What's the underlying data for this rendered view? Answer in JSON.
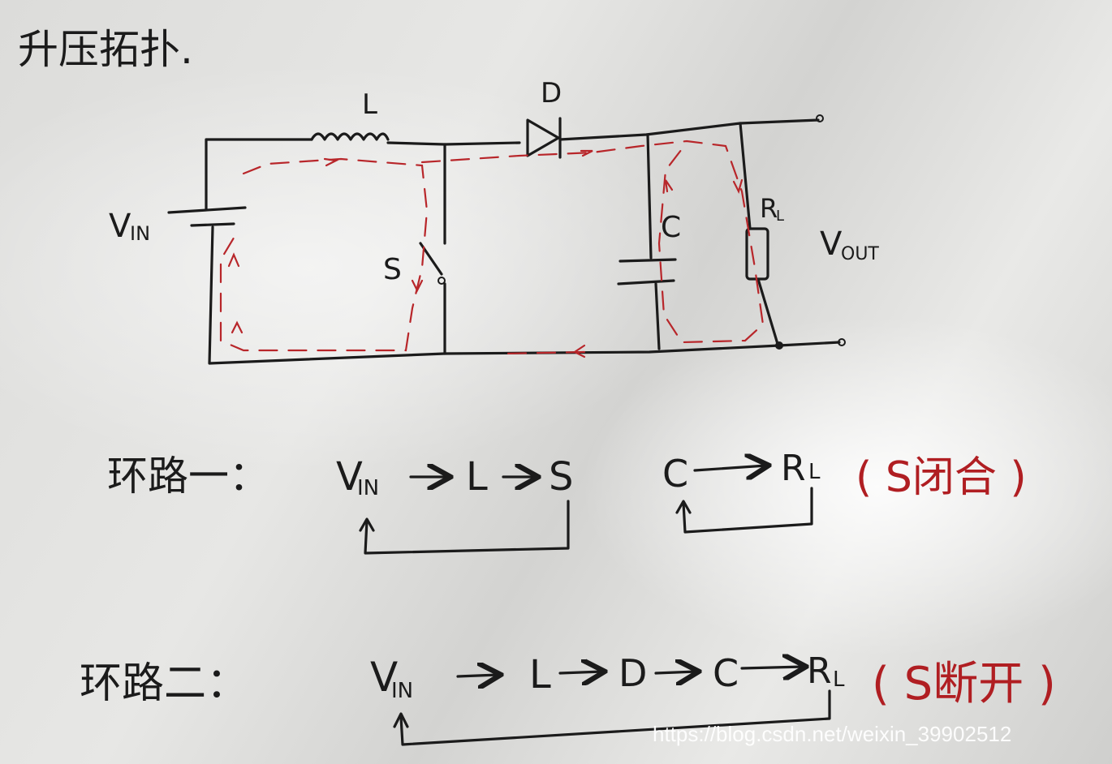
{
  "title": "升压拓扑.",
  "components": {
    "inductor": "L",
    "diode": "D",
    "source_main": "V",
    "source_sub": "IN",
    "switch": "S",
    "capacitor": "C",
    "load_main": "R",
    "load_sub": "L",
    "output_main": "V",
    "output_sub": "OUT"
  },
  "loop1": {
    "label": "环路一：",
    "seq": [
      "V",
      "IN",
      "L",
      "S"
    ],
    "seq2": [
      "C",
      "R",
      "L"
    ],
    "note": "( S闭合 )"
  },
  "loop2": {
    "label": "环路二：",
    "seq": [
      "V",
      "IN",
      "L",
      "D",
      "C",
      "R",
      "L"
    ],
    "note": "( S断开 )"
  },
  "watermark": "https://blog.csdn.net/weixin_39902512",
  "colors": {
    "ink": "#1b1b1b",
    "red_ink": "#b01e22"
  }
}
